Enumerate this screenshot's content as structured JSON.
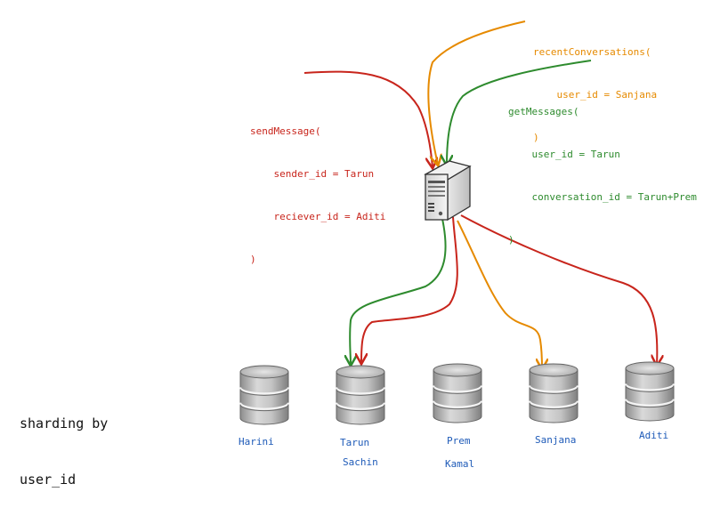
{
  "colors": {
    "red": "#c8251c",
    "orange": "#e68a00",
    "green": "#2e8b2e",
    "shard_label": "#1f5bb8"
  },
  "icons": {
    "server": "server-icon",
    "database": "database-icon"
  },
  "side_note": {
    "line1": "sharding by",
    "line2": "user_id"
  },
  "calls": {
    "send_message": {
      "line1": "sendMessage(",
      "line2": "    sender_id = Tarun",
      "line3": "    reciever_id = Aditi",
      "line4": ")"
    },
    "recent_conversations": {
      "line1": "recentConversations(",
      "line2": "    user_id = Sanjana",
      "line3": ")"
    },
    "get_messages": {
      "line1": "getMessages(",
      "line2": "    user_id = Tarun",
      "line3": "    conversation_id = Tarun+Prem",
      "line4": ")"
    }
  },
  "shards": [
    {
      "users": [
        "Harini"
      ]
    },
    {
      "users": [
        "Tarun",
        "Sachin"
      ]
    },
    {
      "users": [
        "Prem",
        "Kamal"
      ]
    },
    {
      "users": [
        "Sanjana"
      ]
    },
    {
      "users": [
        "Aditi"
      ]
    }
  ]
}
